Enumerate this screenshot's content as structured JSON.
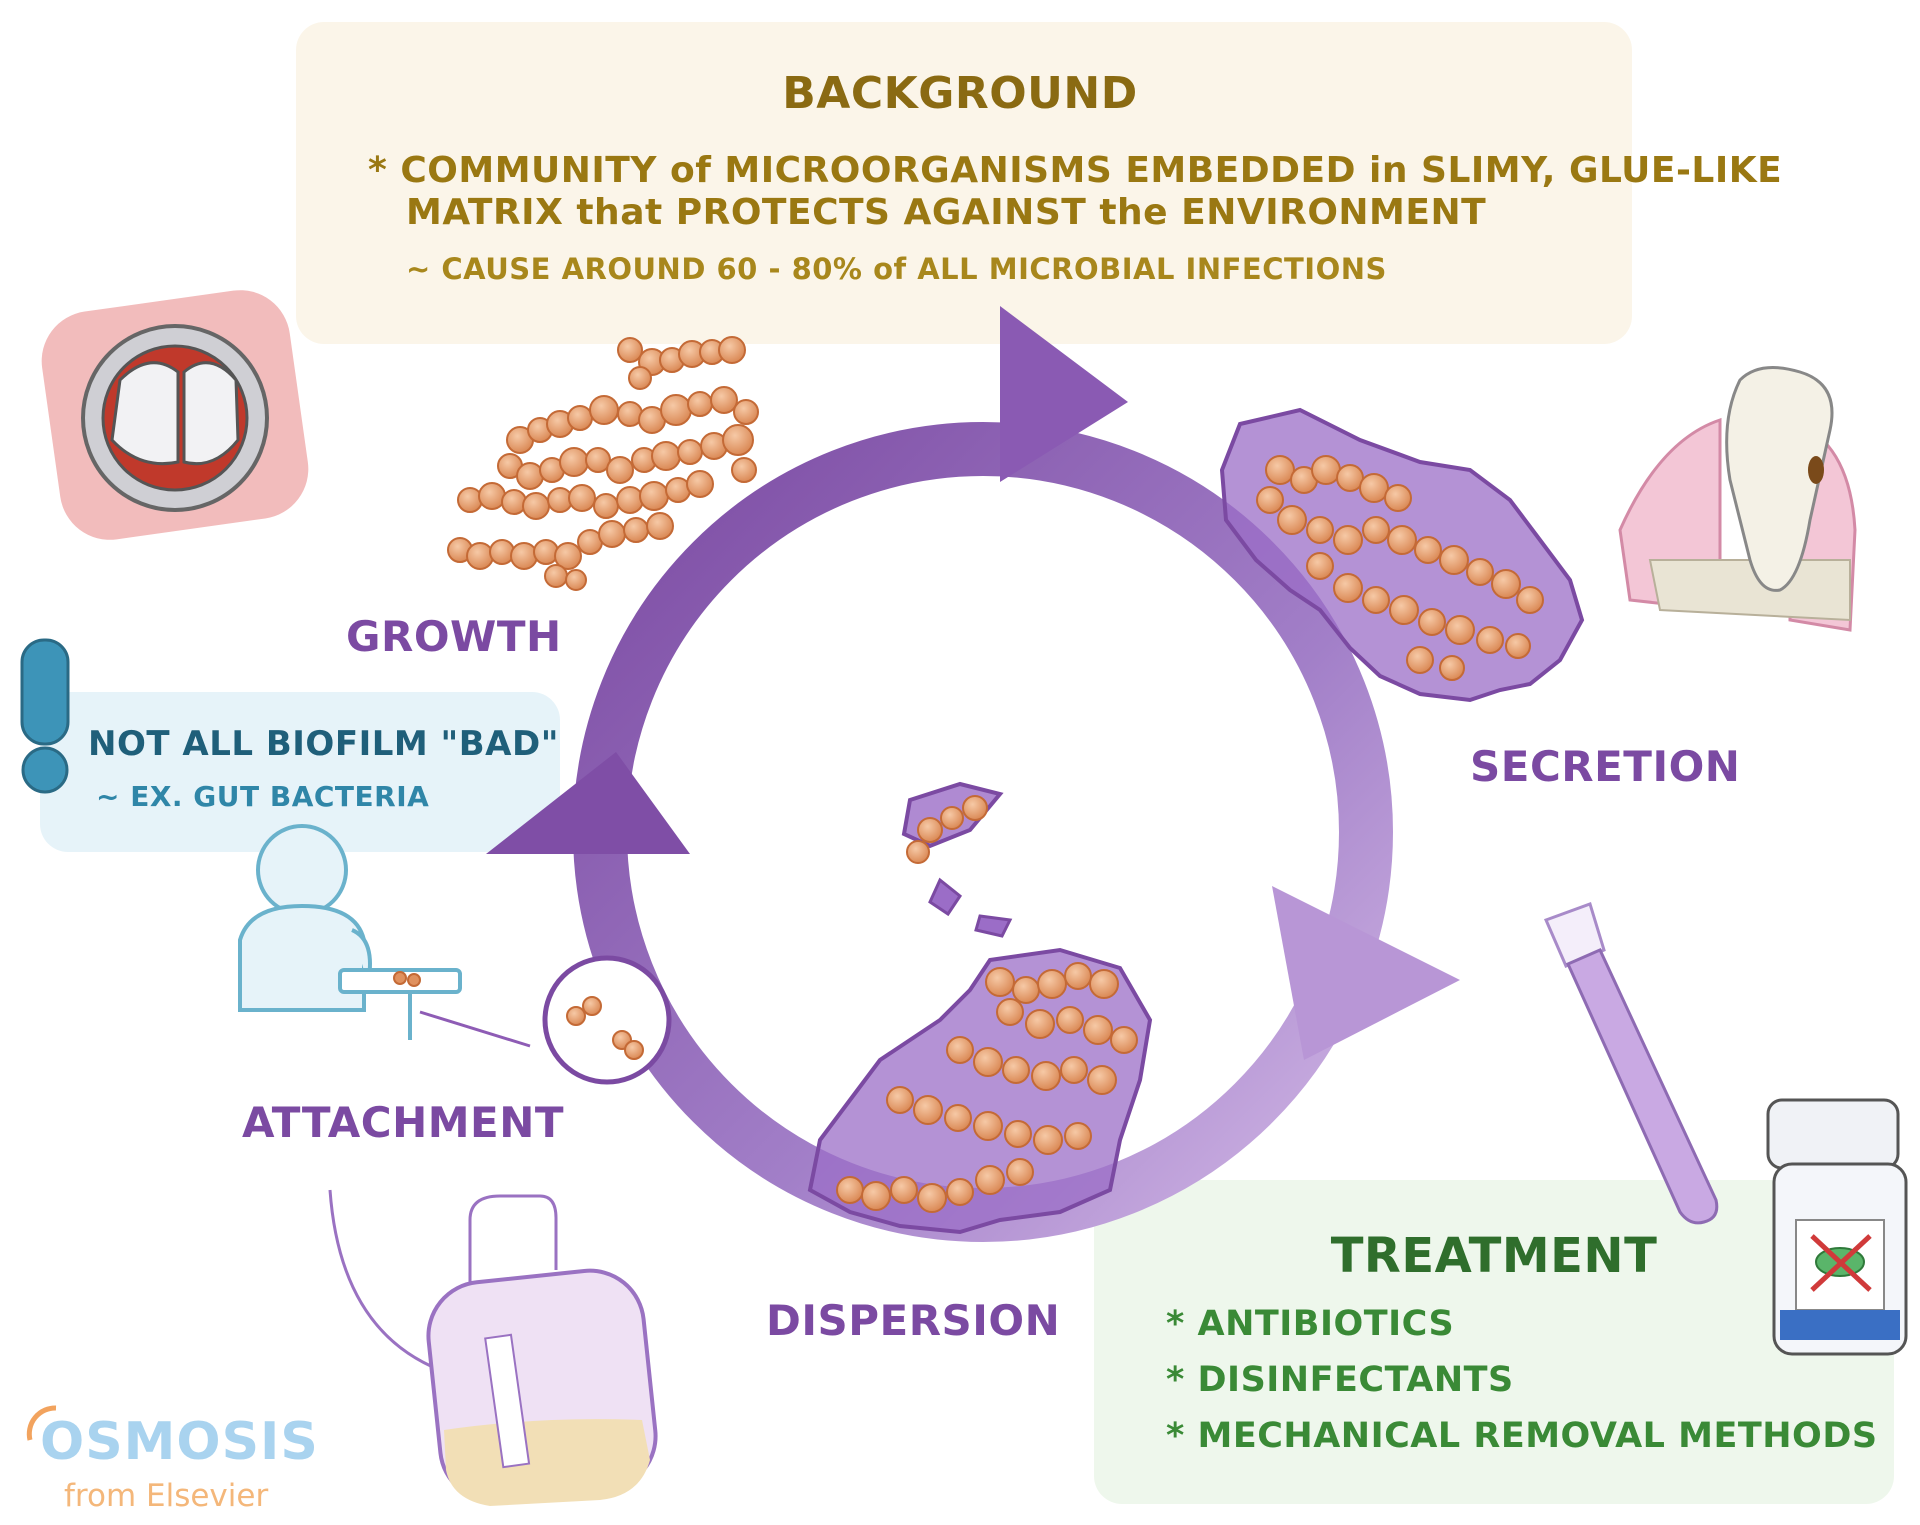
{
  "background": {
    "title": "BACKGROUND",
    "bullet_mark": "*",
    "line1": "COMMUNITY of MICROORGANISMS EMBEDDED in SLIMY, GLUE-LIKE",
    "line2": "MATRIX that PROTECTS AGAINST the ENVIRONMENT",
    "sub": "~  CAUSE AROUND 60 - 80% of ALL MICROBIAL INFECTIONS"
  },
  "stages": {
    "growth": "GROWTH",
    "secretion": "SECRETION",
    "dispersion": "DISPERSION",
    "attachment": "ATTACHMENT"
  },
  "note": {
    "mark": "!",
    "line1": "NOT ALL BIOFILM \"BAD\"",
    "line2": "~ EX. GUT BACTERIA"
  },
  "treatment": {
    "title": "TREATMENT",
    "items": [
      "* ANTIBIOTICS",
      "* DISINFECTANTS",
      "* MECHANICAL REMOVAL METHODS"
    ]
  },
  "logo": {
    "name": "OSMOSIS",
    "tagline": "from Elsevier"
  },
  "colors": {
    "cycle_dark": "#7b4aa2",
    "cycle_light": "#c6a6dc",
    "bacteria": "#e0915e",
    "biofilm": "#9b6dc7"
  },
  "icons": [
    "heart-valve-icon",
    "tooth-icon",
    "person-icon",
    "catheter-bag-icon",
    "toothbrush-icon",
    "pill-bottle-icon"
  ]
}
